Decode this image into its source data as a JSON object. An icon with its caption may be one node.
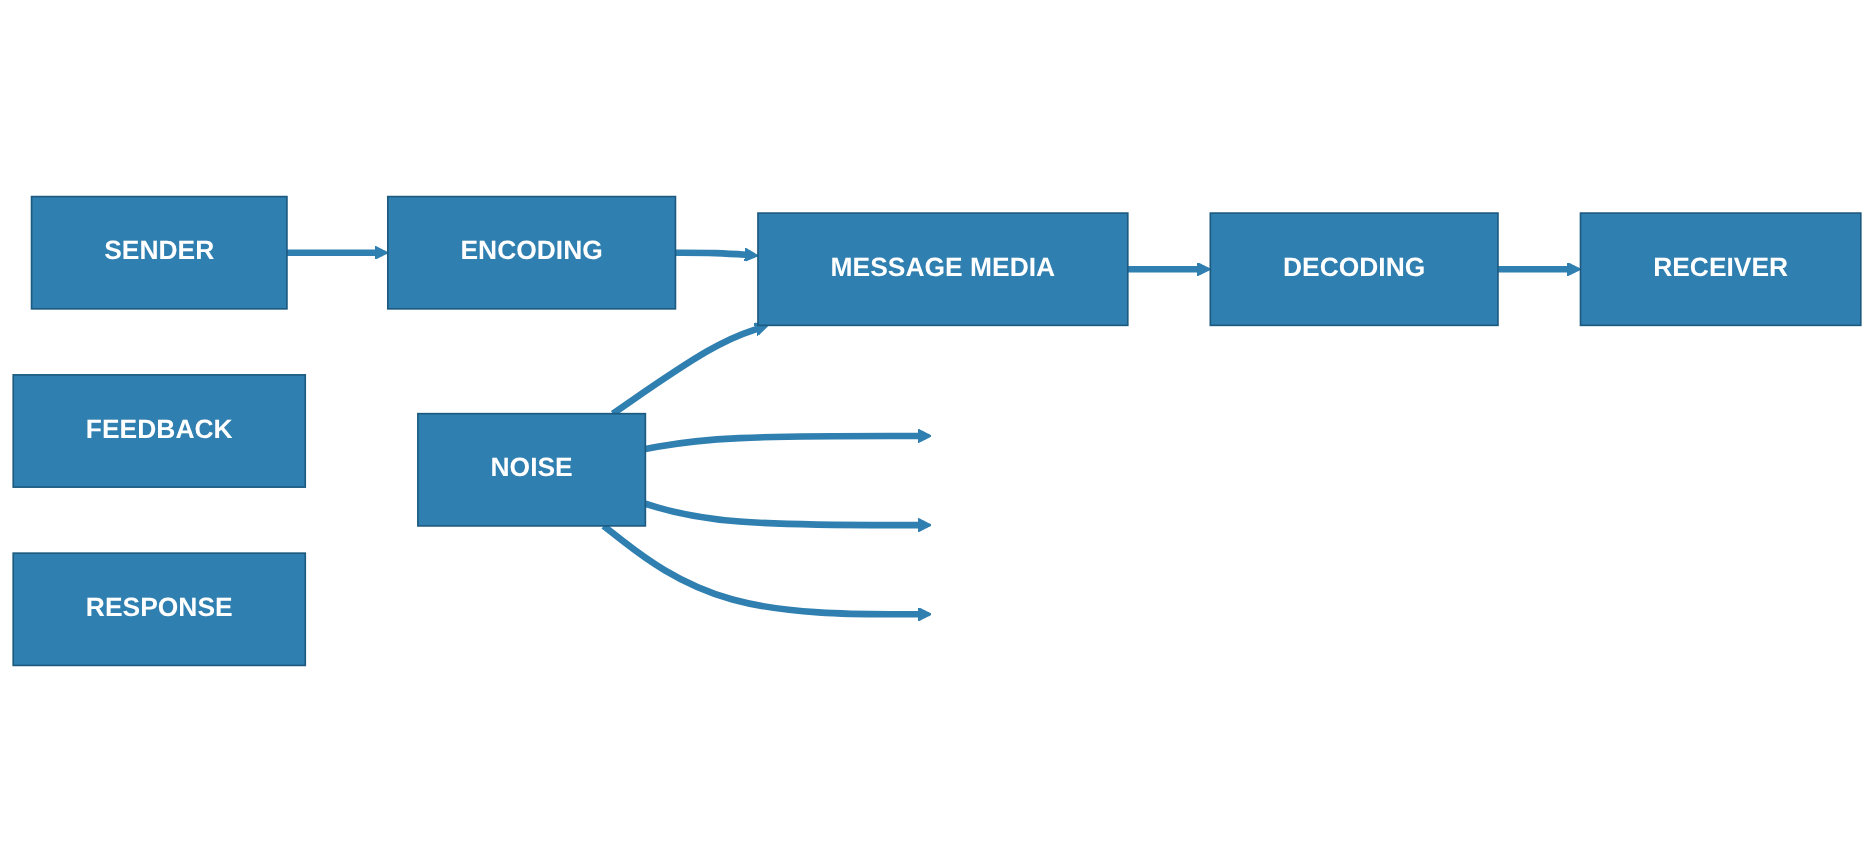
{
  "diagram": {
    "nodes": [
      {
        "text": [
          "SENDER"
        ]
      },
      {
        "text": [
          "ENCODING"
        ]
      },
      {
        "text": [
          "MESSAGE MEDIA"
        ]
      },
      {
        "text": [
          "DECODING"
        ]
      },
      {
        "text": [
          "RECEIVER"
        ]
      },
      {
        "text": [
          "NOISE"
        ]
      },
      {
        "text": [
          "FEEDBACK"
        ]
      },
      {
        "text": [
          "RESPONSE"
        ]
      }
    ],
    "edges": [
      {
        "from": 0,
        "to": 1,
        "arrow": "to"
      },
      {
        "from": 1,
        "to": 2,
        "arrow": "to"
      },
      {
        "from": 2,
        "to": 3,
        "arrow": "to"
      },
      {
        "from": 3,
        "to": 4,
        "arrow": "to"
      },
      {
        "from": 5,
        "to": 2,
        "arrow": "to"
      },
      {
        "from": 5,
        "to": null,
        "arrow": "to"
      },
      {
        "from": 5,
        "to": null,
        "arrow": "to"
      },
      {
        "from": 5,
        "to": null,
        "arrow": "to"
      }
    ]
  }
}
